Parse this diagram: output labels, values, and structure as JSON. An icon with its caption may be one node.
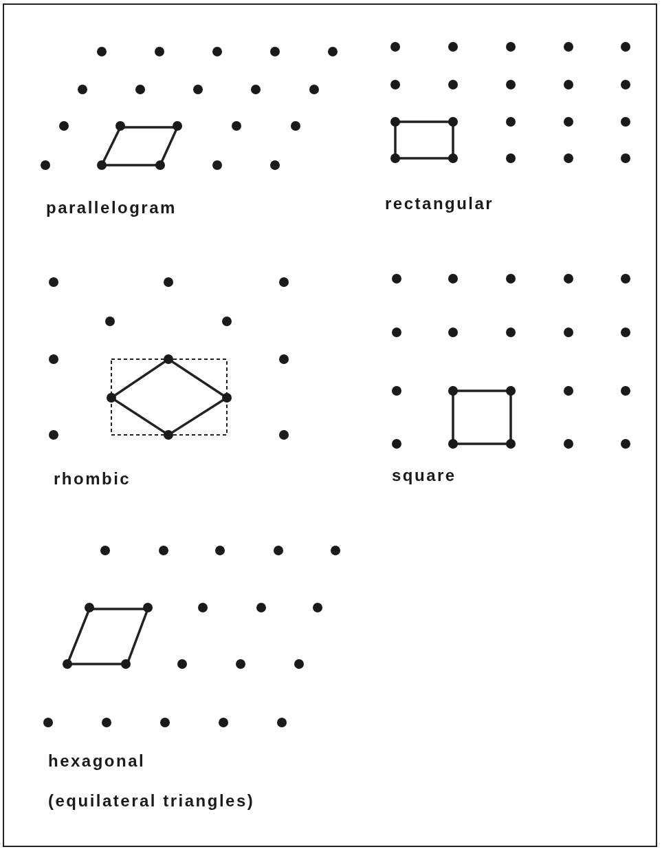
{
  "diagram": {
    "labels": [
      "parallelogram",
      "rectangular",
      "rhombic",
      "square",
      "hexagonal",
      "(equilateral triangles)"
    ]
  }
}
